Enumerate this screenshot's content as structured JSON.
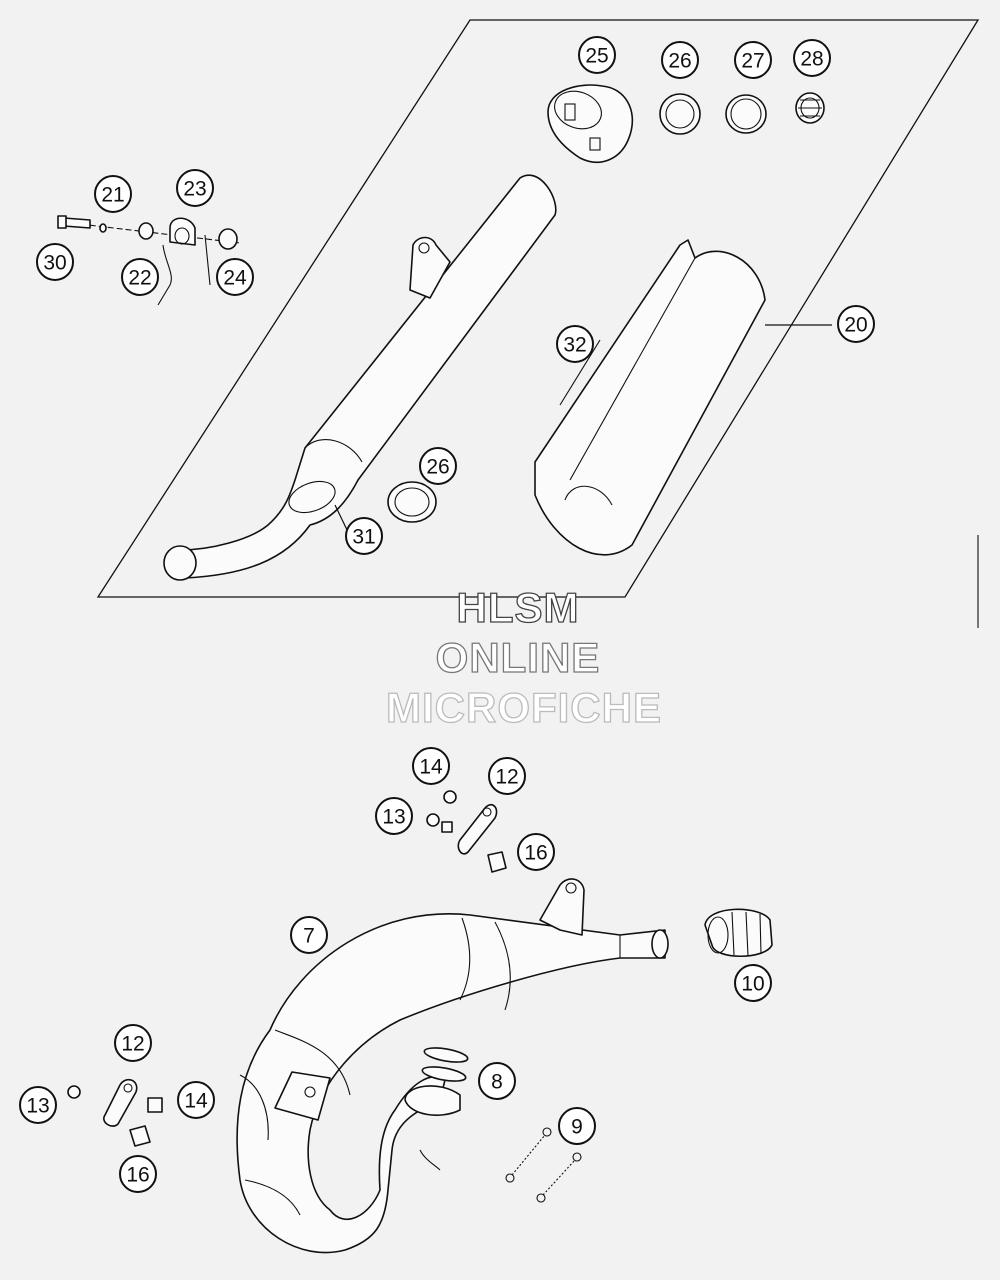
{
  "watermark": {
    "line1": "HLSM",
    "line2": "ONLINE",
    "line3": "MICROFICHE"
  },
  "callouts": {
    "c7": "7",
    "c8": "8",
    "c9": "9",
    "c10": "10",
    "c12a": "12",
    "c12b": "12",
    "c13a": "13",
    "c13b": "13",
    "c14a": "14",
    "c14b": "14",
    "c16a": "16",
    "c16b": "16",
    "c20": "20",
    "c21": "21",
    "c22": "22",
    "c23": "23",
    "c24": "24",
    "c25": "25",
    "c26a": "26",
    "c26b": "26",
    "c27": "27",
    "c28": "28",
    "c30": "30",
    "c31": "31",
    "c32": "32"
  },
  "colors": {
    "line": "#111111",
    "background": "#f2f2f2",
    "watermark_fill": "#ffffff"
  }
}
